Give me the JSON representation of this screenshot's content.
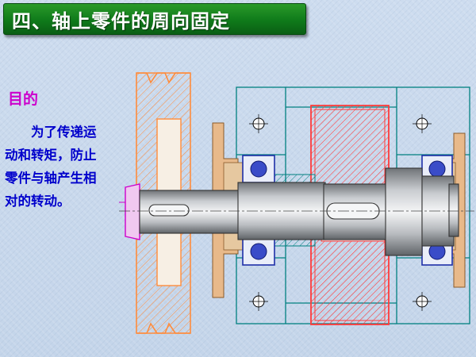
{
  "title": "四、轴上零件的周向固定",
  "purpose": {
    "heading": "目的",
    "body": "为了传递运动和转矩，防止零件与轴产生相对的转动。"
  },
  "colors": {
    "title_bg": "#0f7a1a",
    "title_text": "#ffffff",
    "heading": "#cc00cc",
    "body_text": "#0000cc",
    "pulley": "#ff8c3c",
    "gear": "#ff3b3b",
    "bearing": "#1f2fa8",
    "housing": "#008080",
    "shaft": "#a0a4a8"
  }
}
